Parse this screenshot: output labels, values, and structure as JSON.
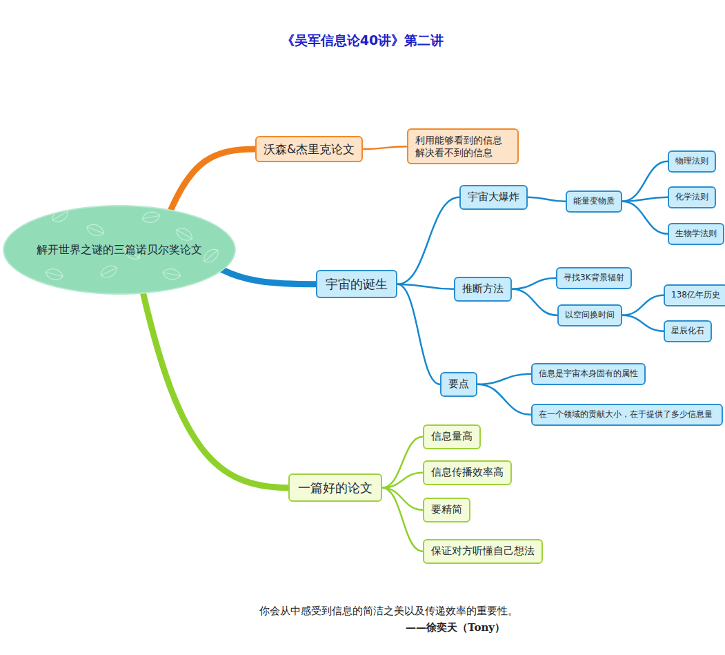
{
  "diagram": {
    "title": "《吴军信息论40讲》第二讲",
    "caption": "你会从中感受到信息的简洁之美以及传递效率的重要性。",
    "nodes": [
      {
        "text": [
          "解开世界之谜的三篇诺贝尔奖论文"
        ]
      },
      {
        "text": [
          "沃森&杰里克论文"
        ]
      },
      {
        "text": [
          "利用能够看到的信息 解决看不到的信息"
        ]
      },
      {
        "text": [
          "宇宙的诞生"
        ]
      },
      {
        "text": [
          "宇宙大爆炸"
        ]
      },
      {
        "text": [
          "能量变物质"
        ]
      },
      {
        "text": [
          "物理法则"
        ]
      },
      {
        "text": [
          "化学法则"
        ]
      },
      {
        "text": [
          "生物学法则"
        ]
      },
      {
        "text": [
          "推断方法"
        ]
      },
      {
        "text": [
          "寻找3K背景辐射"
        ]
      },
      {
        "text": [
          "以空间换时间"
        ]
      },
      {
        "text": [
          "138亿年历史"
        ]
      },
      {
        "text": [
          "星辰化石"
        ]
      },
      {
        "text": [
          "要点"
        ]
      },
      {
        "text": [
          "信息是宇宙本身固有的属性"
        ]
      },
      {
        "text": [
          "在一个领域的贡献大小，在于提供了多少信息量"
        ]
      },
      {
        "text": [
          "一篇好的论文"
        ]
      },
      {
        "text": [
          "信息量高"
        ]
      },
      {
        "text": [
          "信息传播效率高"
        ]
      },
      {
        "text": [
          "要精简"
        ]
      },
      {
        "text": [
          "保证对方听懂自己想法"
        ]
      }
    ],
    "edges": [
      {
        "from": 0,
        "to": 1,
        "arrow": "none"
      },
      {
        "from": 1,
        "to": 2,
        "arrow": "none"
      },
      {
        "from": 0,
        "to": 3,
        "arrow": "none"
      },
      {
        "from": 3,
        "to": 4,
        "arrow": "none"
      },
      {
        "from": 4,
        "to": 5,
        "arrow": "none"
      },
      {
        "from": 5,
        "to": 6,
        "arrow": "none"
      },
      {
        "from": 5,
        "to": 7,
        "arrow": "none"
      },
      {
        "from": 5,
        "to": 8,
        "arrow": "none"
      },
      {
        "from": 3,
        "to": 9,
        "arrow": "none"
      },
      {
        "from": 9,
        "to": 10,
        "arrow": "none"
      },
      {
        "from": 9,
        "to": 11,
        "arrow": "none"
      },
      {
        "from": 11,
        "to": 12,
        "arrow": "none"
      },
      {
        "from": 11,
        "to": 13,
        "arrow": "none"
      },
      {
        "from": 3,
        "to": 14,
        "arrow": "none"
      },
      {
        "from": 14,
        "to": 15,
        "arrow": "none"
      },
      {
        "from": 14,
        "to": 16,
        "arrow": "none"
      },
      {
        "from": 0,
        "to": 17,
        "arrow": "none"
      },
      {
        "from": 17,
        "to": 18,
        "arrow": "none"
      },
      {
        "from": 17,
        "to": 19,
        "arrow": "none"
      },
      {
        "from": 17,
        "to": 20,
        "arrow": "none"
      },
      {
        "from": 17,
        "to": 21,
        "arrow": "none"
      }
    ],
    "labels": [
      "——徐奕天（Tony）"
    ]
  }
}
